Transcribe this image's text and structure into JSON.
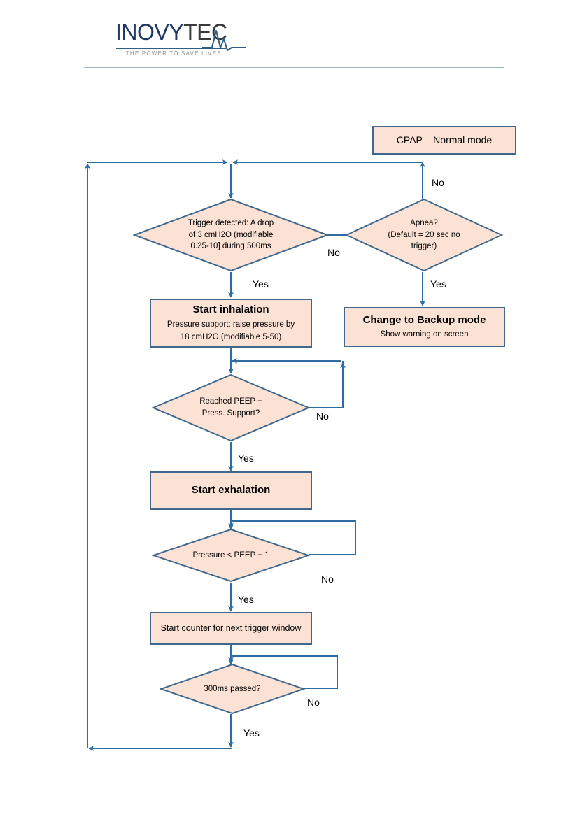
{
  "header": {
    "logo_primary": "INOVY",
    "logo_secondary": "TEC",
    "logo_tagline": "THE POWER TO SAVE LIVES.",
    "logo_icon": "ecg-waveform-icon"
  },
  "colors": {
    "node_fill": "#fbe2d5",
    "node_border": "#41688c",
    "edge": "#2e6da4",
    "logo_blue": "#1f3864",
    "logo_gray": "#3a3a3a",
    "header_rule": "#9fb4c7"
  },
  "diagram": {
    "title": "CPAP – Normal mode",
    "nodes": {
      "trigger_detected": {
        "type": "decision",
        "line1": "Trigger detected: A drop",
        "line2": "of 3 cmH2O (modifiable",
        "line3": "0.25-10] during 500ms"
      },
      "apnea": {
        "type": "decision",
        "line1": "Apnea?",
        "line2": "(Default = 20 sec no",
        "line3": "trigger)"
      },
      "start_inhalation": {
        "type": "process",
        "heading": "Start inhalation",
        "line1": "Pressure support: raise pressure by",
        "line2": "18 cmH2O (modifiable 5-50)"
      },
      "change_backup": {
        "type": "process",
        "heading": "Change to Backup mode",
        "line1": "Show warning on screen"
      },
      "reached_peep": {
        "type": "decision",
        "line1": "Reached PEEP +",
        "line2": "Press. Support?"
      },
      "start_exhalation": {
        "type": "process",
        "heading": "Start exhalation"
      },
      "pressure_below": {
        "type": "decision",
        "line1": "Pressure < PEEP + 1"
      },
      "start_counter": {
        "type": "process",
        "line1": "Start counter for next trigger window"
      },
      "passed_300ms": {
        "type": "decision",
        "line1": "300ms passed?"
      }
    },
    "edge_labels": {
      "trigger_no": "No",
      "trigger_yes": "Yes",
      "apnea_no": "No",
      "apnea_yes": "Yes",
      "peep_no": "No",
      "peep_yes": "Yes",
      "pressure_no": "No",
      "pressure_yes": "Yes",
      "ms300_no": "No",
      "ms300_yes": "Yes"
    }
  }
}
